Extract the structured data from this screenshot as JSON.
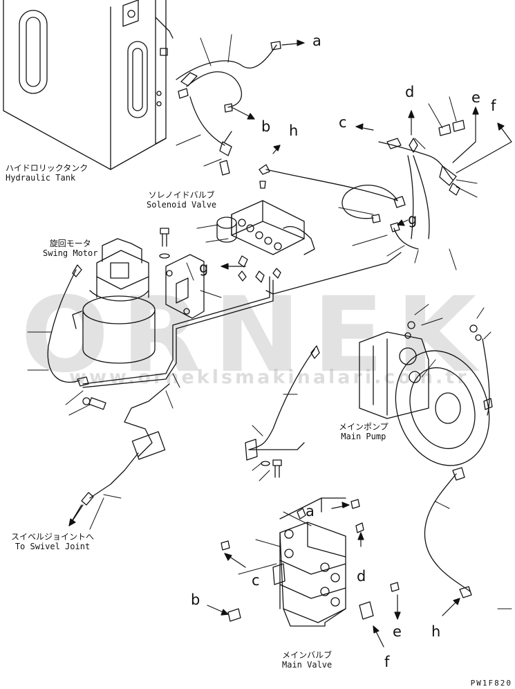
{
  "watermark": {
    "brand": "ORNEK",
    "url": "www.orneklsmakinalari.com.tr"
  },
  "components": {
    "hydraulic_tank": {
      "jp": "ハイドロリックタンク",
      "en": "Hydraulic Tank"
    },
    "solenoid_valve": {
      "jp": "ソレノイドバルブ",
      "en": "Solenoid Valve"
    },
    "swing_motor": {
      "jp": "旋回モータ",
      "en": "Swing Motor"
    },
    "main_pump": {
      "jp": "メインポンプ",
      "en": "Main Pump"
    },
    "swivel_joint": {
      "jp": "スイベルジョイントへ",
      "en": "To Swivel Joint"
    },
    "main_valve": {
      "jp": "メインバルブ",
      "en": "Main Valve"
    }
  },
  "connection_letters": {
    "a": "a",
    "b": "b",
    "c": "c",
    "d": "d",
    "e": "e",
    "f": "f",
    "g": "g",
    "h": "h"
  },
  "drawing_code": "PW1F820",
  "colors": {
    "line": "#111111",
    "watermark": "#969696"
  }
}
